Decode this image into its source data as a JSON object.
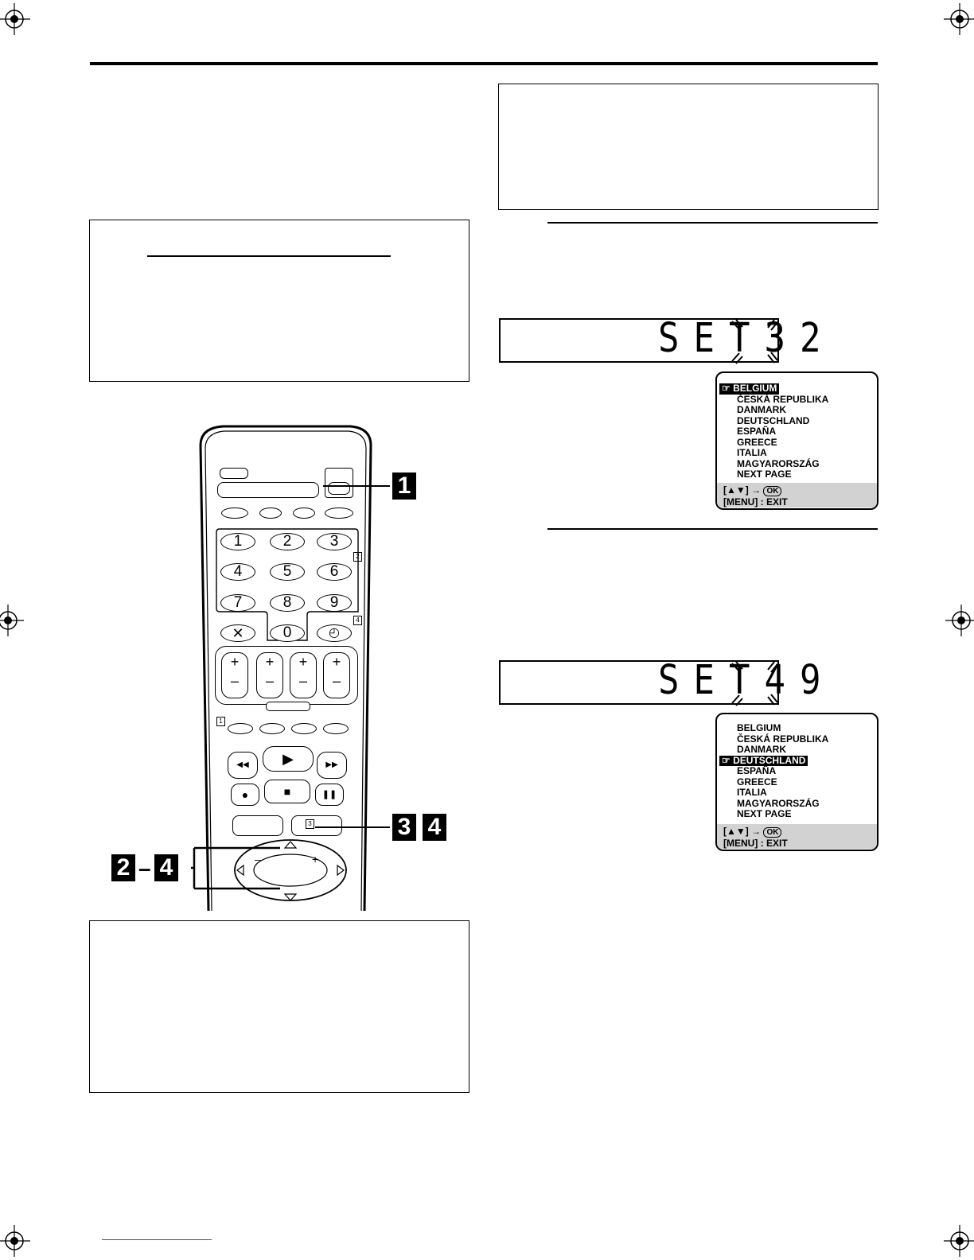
{
  "display_top": {
    "text": "SET32"
  },
  "display_bottom": {
    "text": "SET49"
  },
  "menu1": {
    "items": [
      "BELGIUM",
      "ČESKÁ REPUBLIKA",
      "DANMARK",
      "DEUTSCHLAND",
      "ESPAÑA",
      "GREECE",
      "ITALIA",
      "MAGYARORSZÁG",
      "NEXT PAGE"
    ],
    "selected_index": 0,
    "footer_line1": "[▲▼] →",
    "footer_ok": "OK",
    "footer_line2": "[MENU] : EXIT"
  },
  "menu2": {
    "items": [
      "BELGIUM",
      "ČESKÁ REPUBLIKA",
      "DANMARK",
      "DEUTSCHLAND",
      "ESPAÑA",
      "GREECE",
      "ITALIA",
      "MAGYARORSZÁG",
      "NEXT PAGE"
    ],
    "selected_index": 3,
    "footer_line1": "[▲▼] →",
    "footer_ok": "OK",
    "footer_line2": "[MENU] : EXIT"
  },
  "remote": {
    "numbers": [
      "1",
      "2",
      "3",
      "4",
      "5",
      "6",
      "7",
      "8",
      "9",
      "0"
    ],
    "cancel_symbol": "✕",
    "timer_symbol": "◴",
    "vol_plus": "+",
    "vol_minus": "–",
    "play_symbol": "▶",
    "rec_symbol": "●",
    "stop_symbol": "■",
    "pause_symbol": "❚❚",
    "rew_symbol": "◀◀",
    "ff_symbol": "▶▶",
    "tag1": "1",
    "tag2": "2",
    "tag3": "3",
    "tag4": "4",
    "nav_minus": "–",
    "nav_plus": "+"
  },
  "callouts": {
    "step1": "1",
    "step3": "3",
    "step4": "4",
    "step2": "2",
    "dash": "–",
    "step4b": "4"
  }
}
